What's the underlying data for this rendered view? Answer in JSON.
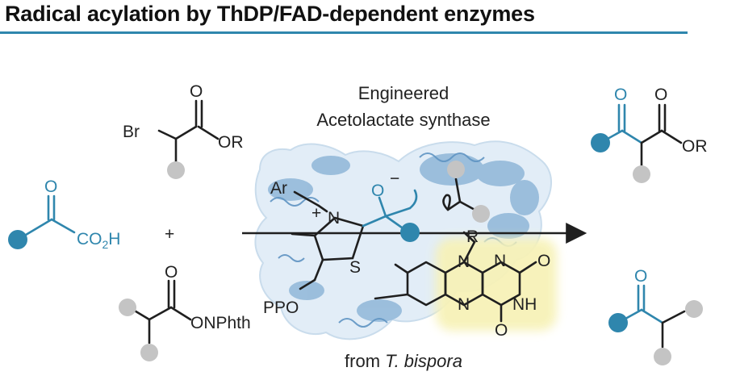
{
  "title": "Radical acylation by ThDP/FAD-dependent enzymes",
  "colors": {
    "accent": "#2f86ad",
    "bond": "#1f1f1f",
    "substituent": "#c4c4c4",
    "protein": "#8fb6d8",
    "flavin_highlight": "#f7f2b8"
  },
  "enzyme": {
    "line1": "Engineered",
    "line2": "Acetolactate synthase",
    "source_prefix": "from ",
    "source_species": "T. bispora"
  },
  "plus_sign": "+",
  "substrates": {
    "bromoester": {
      "halogen": "Br",
      "carbonyl_o": "O",
      "ester": "OR"
    },
    "ketoacid": {
      "carbonyl_o": "O",
      "acid": "CO",
      "acid_sub": "2",
      "acid_h": "H"
    },
    "nhpi_ester": {
      "carbonyl_o": "O",
      "leaving_group": "ONPhth"
    }
  },
  "cofactor": {
    "thdp": {
      "aryl": "Ar",
      "cation": "+",
      "nitrogen": "N",
      "sulfur": "S",
      "pyrophosphate": "PPO",
      "alkoxide_o": "O",
      "charge": "−"
    },
    "fad": {
      "r_group": "R",
      "n1": "N",
      "n2": "N",
      "n3": "N",
      "nh": "NH",
      "o1": "O",
      "o2": "O"
    }
  },
  "products": {
    "ketoester": {
      "ketone_o": "O",
      "ester_o": "O",
      "ester": "OR"
    },
    "ketone": {
      "ketone_o": "O"
    }
  }
}
